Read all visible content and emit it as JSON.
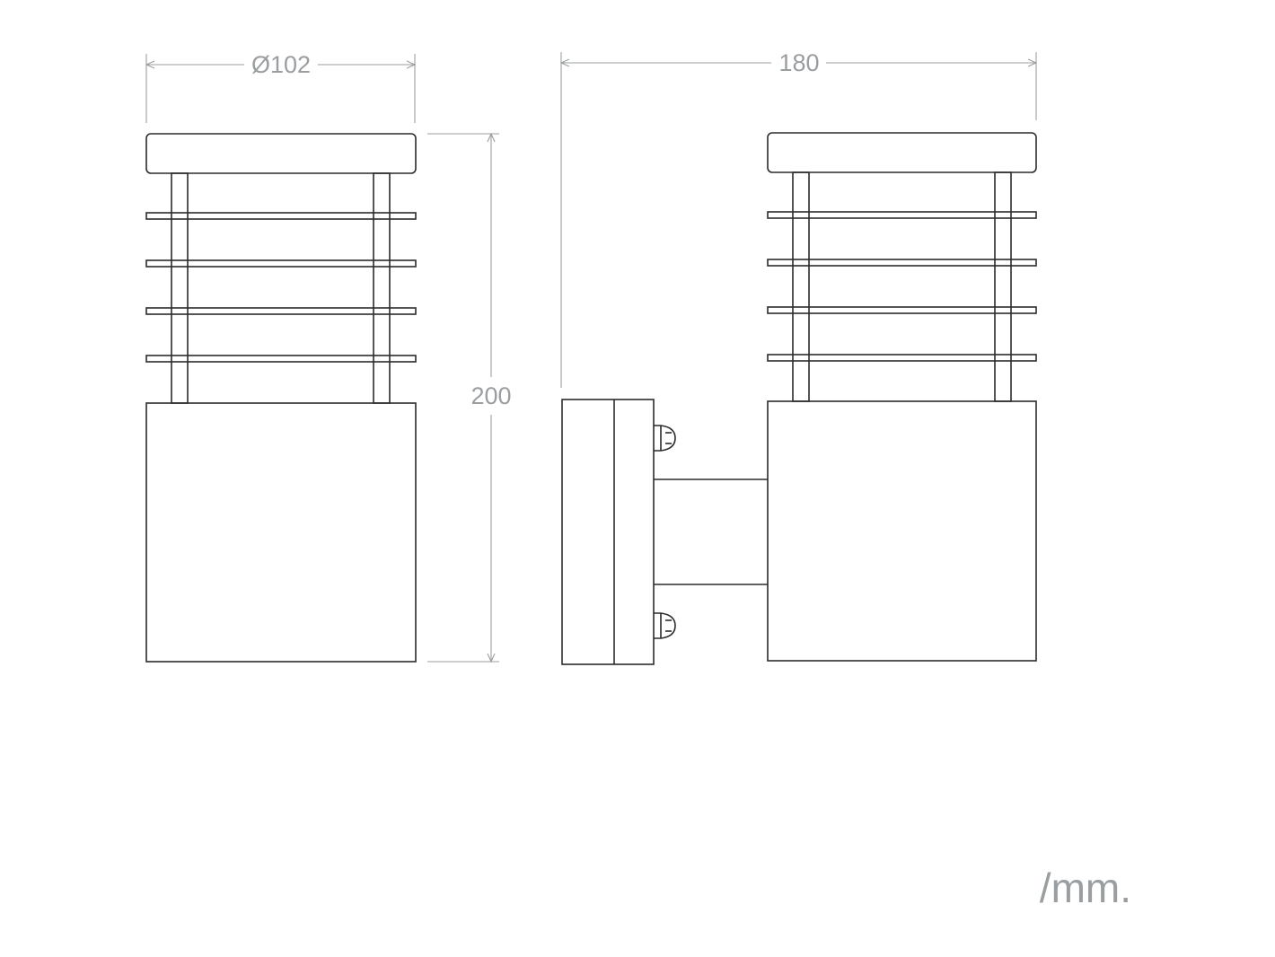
{
  "colors": {
    "outline": "#2b2b2b",
    "dimension": "#9a9ea0",
    "background": "#ffffff"
  },
  "front_view": {
    "diameter_label": "Ø102"
  },
  "side_view": {
    "projection_label": "180"
  },
  "height_label": "200",
  "unit_label": "/mm."
}
